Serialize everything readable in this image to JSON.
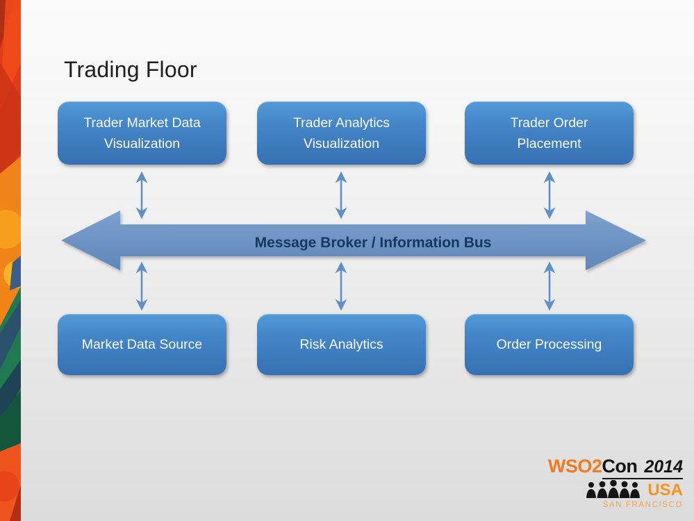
{
  "slide": {
    "title": "Trading Floor"
  },
  "diagram": {
    "bus_label": "Message Broker / Information Bus",
    "top_boxes": [
      {
        "line1": "Trader Market Data",
        "line2": "Visualization"
      },
      {
        "line1": "Trader Analytics",
        "line2": "Visualization"
      },
      {
        "line1": "Trader Order",
        "line2": "Placement"
      }
    ],
    "bottom_boxes": [
      {
        "label": "Market Data Source"
      },
      {
        "label": "Risk Analytics"
      },
      {
        "label": "Order Processing"
      }
    ],
    "colors": {
      "box_blue_top": "#559ad8",
      "box_blue_bottom": "#3670b2",
      "bus_blue": "#6b93c4",
      "connector_blue": "#5f8fc4",
      "bus_text_navy": "#17375e",
      "box_text": "#fdfdfe"
    }
  },
  "logo": {
    "brand_orange": "WSO2",
    "brand_black": "Con",
    "year": "2014",
    "country": "USA",
    "city": "SAN FRANCISCO",
    "accent_orange": "#f47a20"
  }
}
